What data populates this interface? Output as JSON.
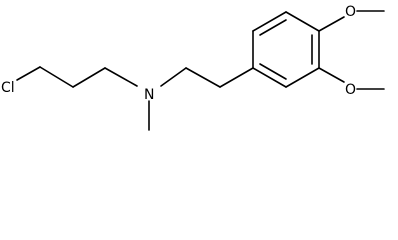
{
  "molecule": {
    "atoms": {
      "chlorine": "Cl",
      "nitrogen": "N",
      "oxygen_top": "O",
      "oxygen_bottom": "O"
    }
  }
}
